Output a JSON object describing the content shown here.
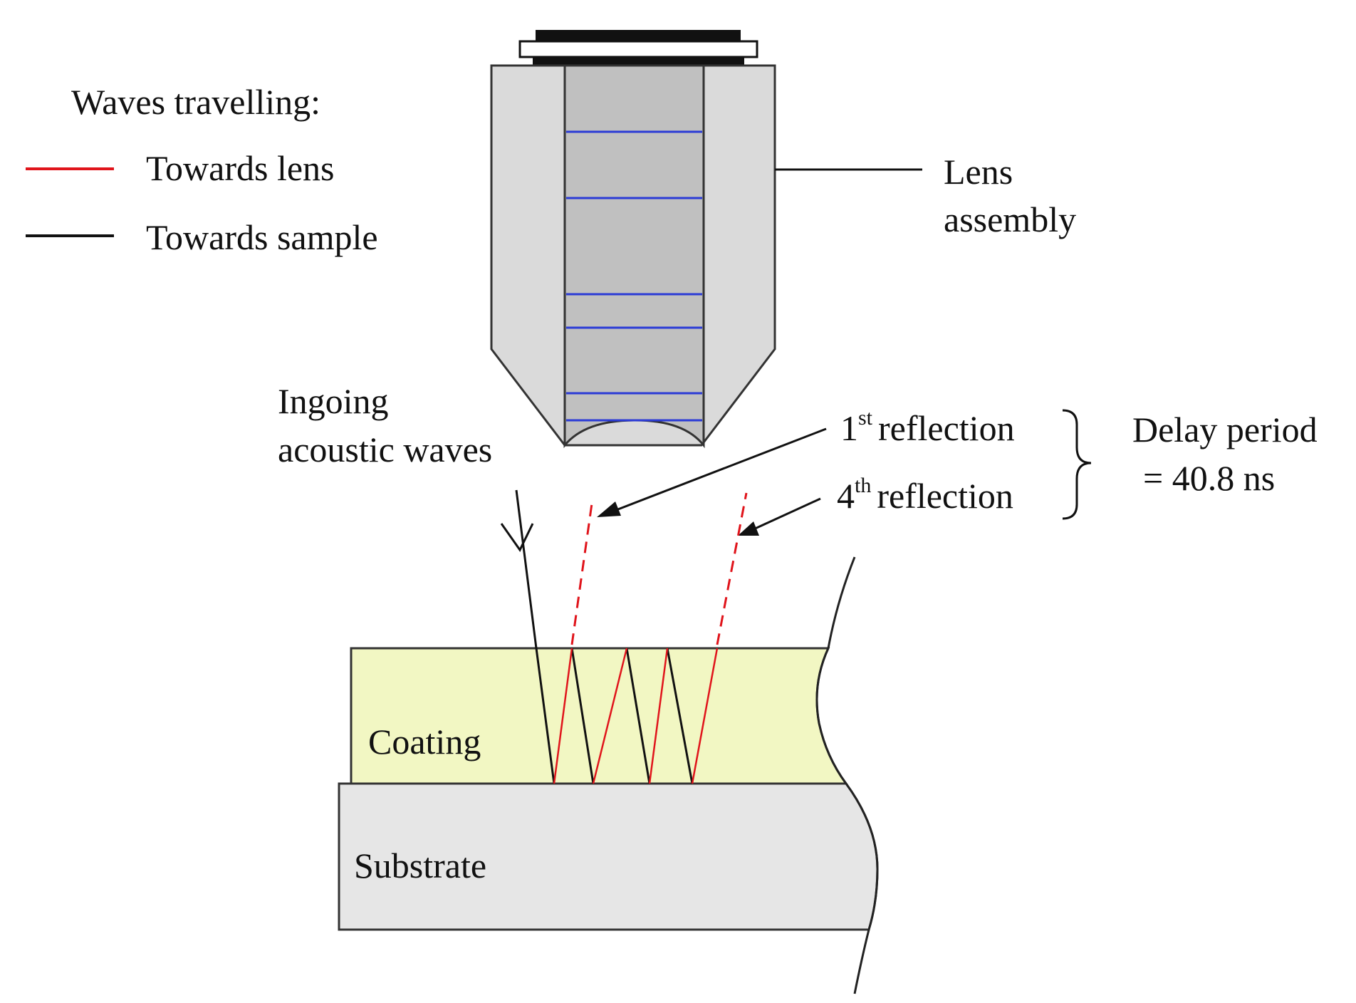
{
  "legend": {
    "title": "Waves travelling:",
    "items": [
      {
        "label": "Towards lens",
        "color": "#e0141b"
      },
      {
        "label": "Towards sample",
        "color": "#111111"
      }
    ]
  },
  "labels": {
    "lens_assembly_line1": "Lens",
    "lens_assembly_line2": "assembly",
    "ingoing_line1": "Ingoing",
    "ingoing_line2": "acoustic waves",
    "reflection1_num": "1",
    "reflection1_sup": "st",
    "reflection1_text": "reflection",
    "reflection4_num": "4",
    "reflection4_sup": "th",
    "reflection4_text": "reflection",
    "delay_line1": "Delay period",
    "delay_line2": "= 40.8 ns",
    "coating": "Coating",
    "substrate": "Substrate"
  },
  "colors": {
    "lens_body": "#dadada",
    "lens_core": "#c0c0c0",
    "lens_lines": "#2b3bd6",
    "coating": "#f2f7c3",
    "substrate": "#e6e6e6",
    "wave_to_lens": "#e0141b",
    "wave_to_sample": "#111111"
  },
  "icons": [
    "arrow-icon",
    "brace-icon"
  ]
}
